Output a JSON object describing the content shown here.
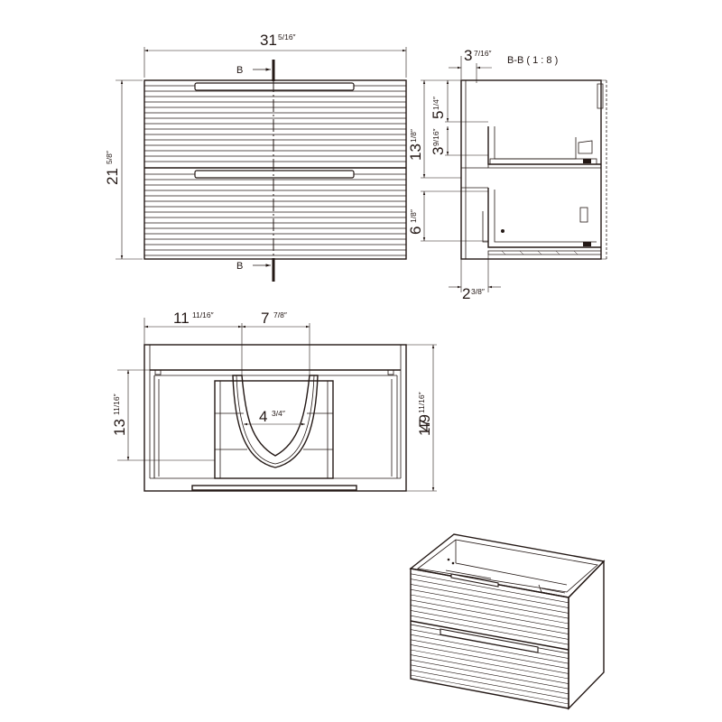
{
  "front_view": {
    "width_whole": "31",
    "width_frac": "5/16″",
    "height_whole": "21",
    "height_frac": "5/8″",
    "section_mark_top": "B",
    "section_mark_bottom": "B"
  },
  "section_view": {
    "title": "B-B ( 1 : 8 )",
    "top_depth_whole": "3",
    "top_depth_frac": "7/16″",
    "dim1_whole": "5",
    "dim1_frac": "1/4″",
    "dim2_whole": "13",
    "dim2_frac": "1/8″",
    "dim3_whole": "3",
    "dim3_frac": "9/16″",
    "dim4_whole": "6",
    "dim4_frac": "1/8″",
    "bottom_whole": "2",
    "bottom_frac": "3/8″"
  },
  "top_view": {
    "left_whole": "11",
    "left_frac": "11/16″",
    "cutout_whole": "7",
    "cutout_frac": "7/8″",
    "inner_whole": "4",
    "inner_frac": "3/4″",
    "left_depth_whole": "13",
    "left_depth_frac": "11/16″",
    "right_depth_whole": "17",
    "right_depth_frac": "11/16″",
    "right_depth_overlap": "49"
  }
}
